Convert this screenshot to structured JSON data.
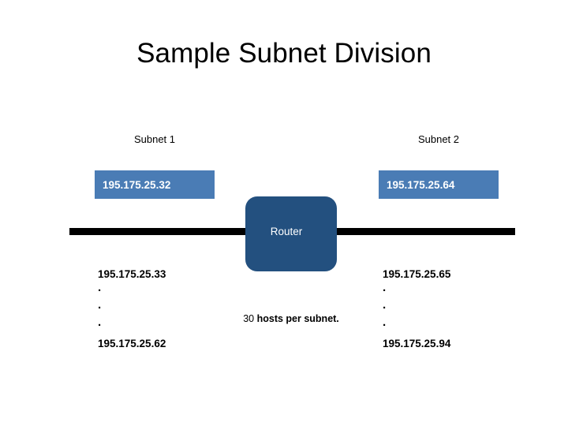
{
  "slide": {
    "title": "Sample Subnet Division",
    "background_color": "#ffffff"
  },
  "colors": {
    "address_box_fill": "#4a7cb5",
    "address_box_text": "#ffffff",
    "router_fill": "#23507f",
    "router_text": "#ffffff",
    "backbone_line": "#000000",
    "body_text": "#000000"
  },
  "subnets": [
    {
      "caption": "Subnet 1",
      "network_address": "195.175.25.32",
      "host_first": "195.175.25.33",
      "host_last": "195.175.25.62",
      "ellipsis": [
        "·",
        "·",
        "·"
      ]
    },
    {
      "caption": "Subnet 2",
      "network_address": "195.175.25.64",
      "host_first": "195.175.25.65",
      "host_last": "195.175.25.94",
      "ellipsis": [
        "·",
        "·",
        "·"
      ]
    }
  ],
  "router": {
    "label": "Router"
  },
  "note": {
    "count": "30",
    "text": " hosts per subnet."
  }
}
